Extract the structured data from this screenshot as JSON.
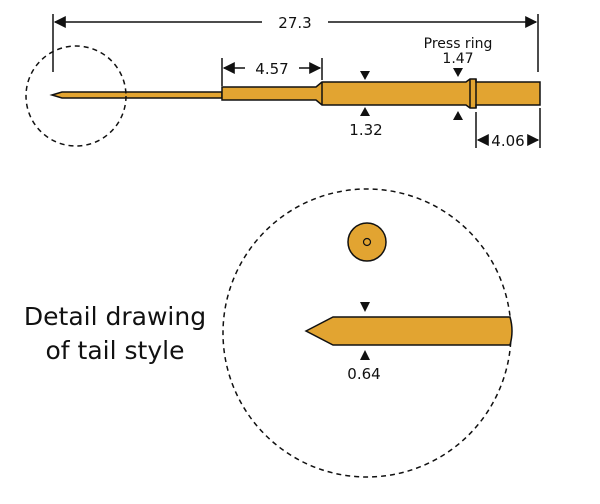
{
  "dimensions": {
    "overall_length": "27.3",
    "tail_length": "4.57",
    "body_diameter": "1.32",
    "press_ring_label": "Press ring",
    "press_ring_diameter": "1.47",
    "end_length": "4.06",
    "tail_diameter": "0.64"
  },
  "caption": {
    "line1": "Detail drawing",
    "line2": "of tail style"
  },
  "colors": {
    "part_fill": "#E2A431",
    "outline": "#111111",
    "background": "#FFFFFF"
  }
}
